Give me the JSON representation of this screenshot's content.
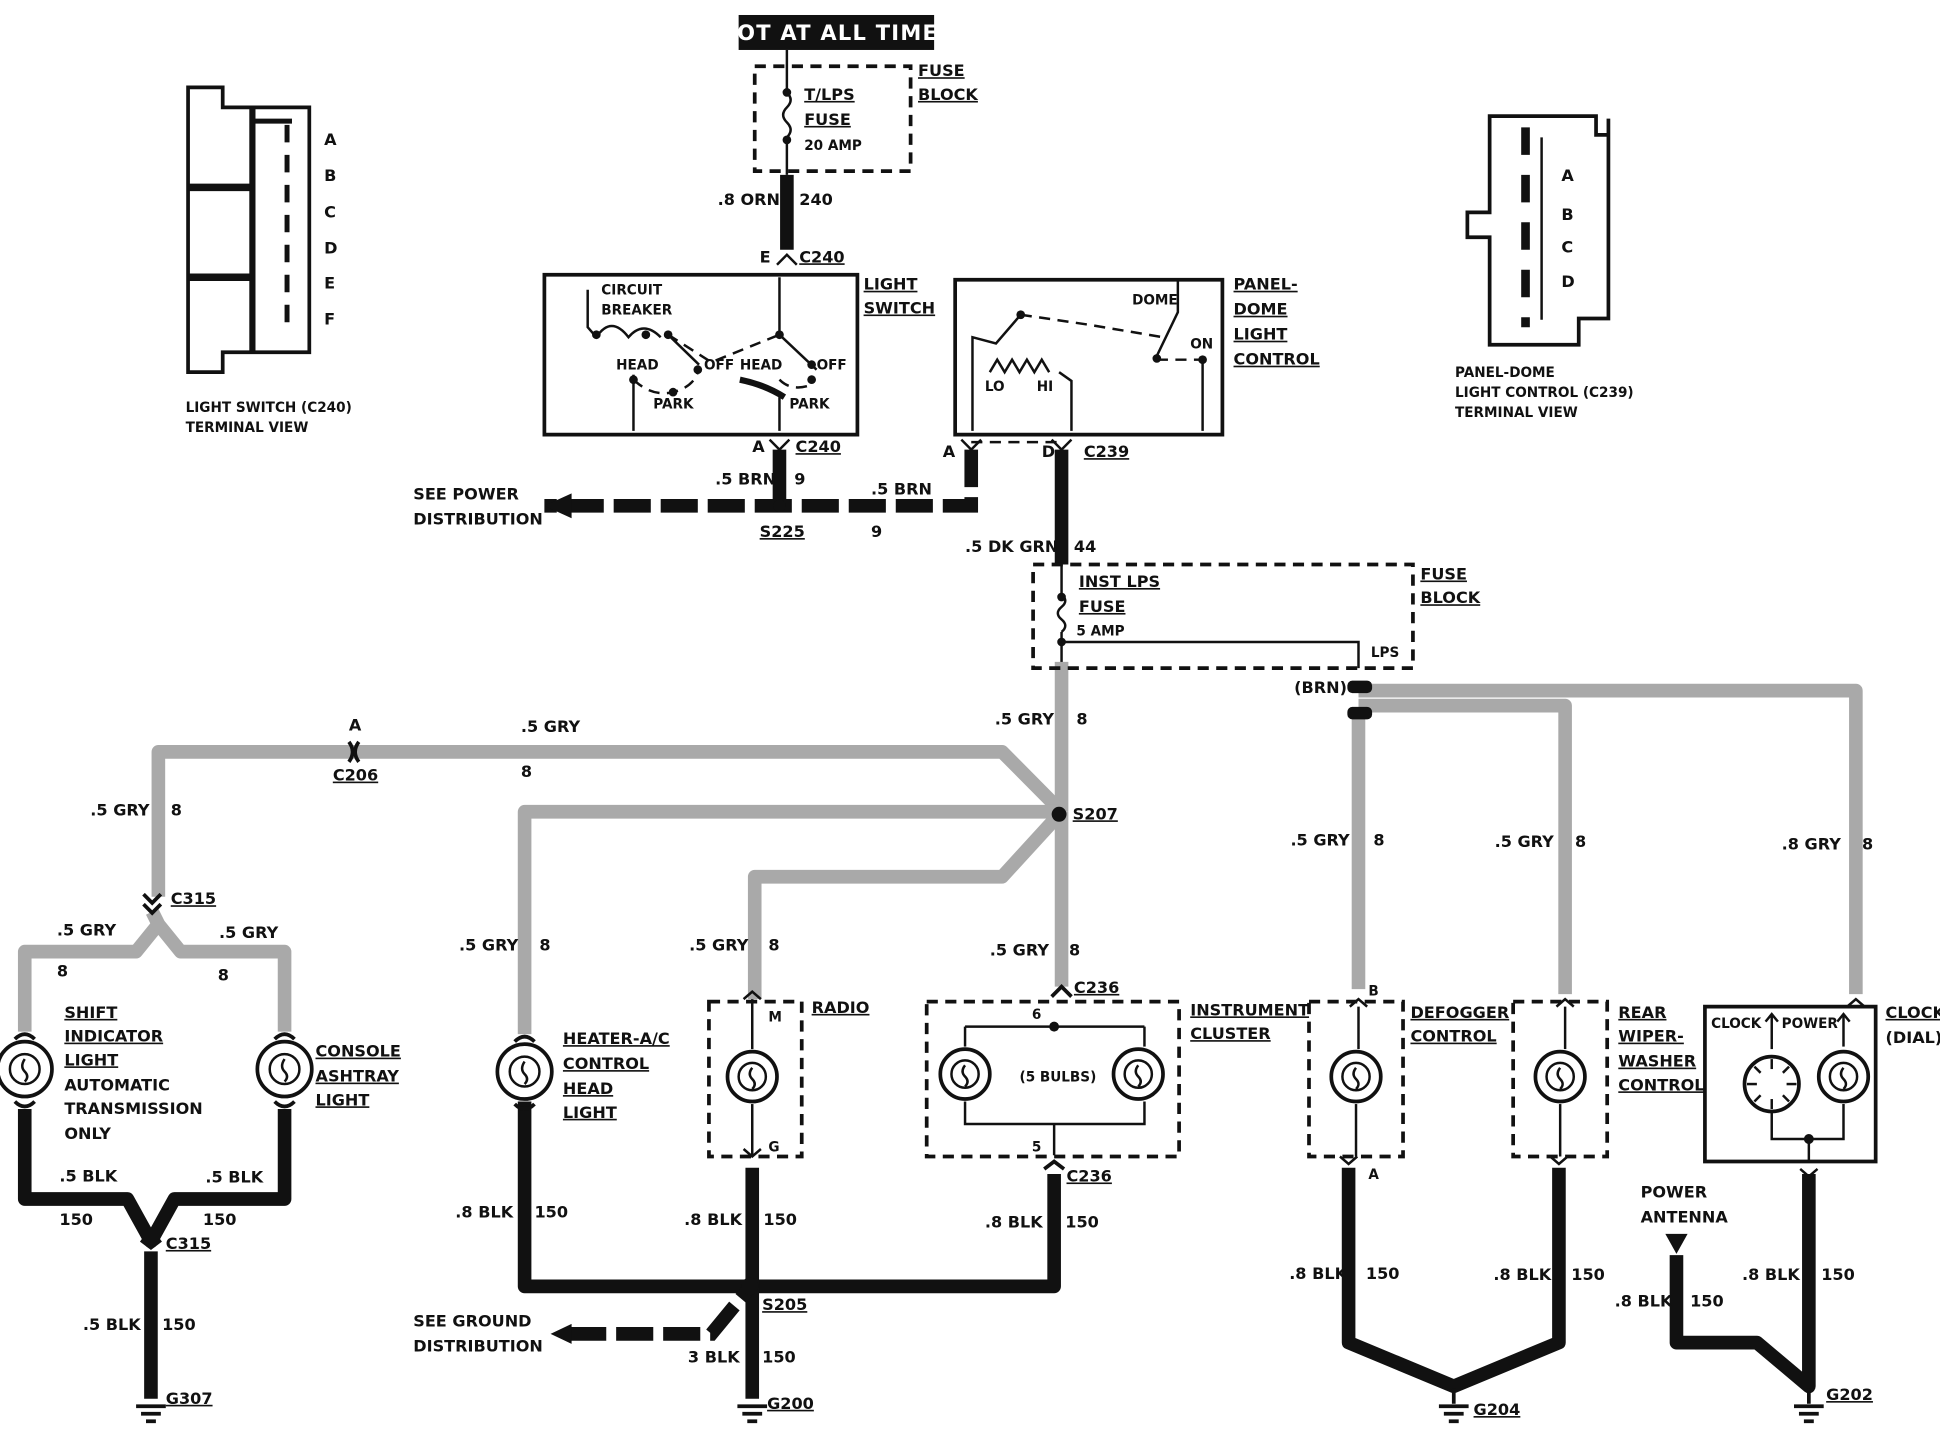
{
  "header": {
    "hot_label": "HOT AT ALL TIMES"
  },
  "top_fuse": {
    "name": "T/LPS",
    "word": "FUSE",
    "rating": "20 AMP",
    "block_1": "FUSE",
    "block_2": "BLOCK"
  },
  "wire_240": {
    "gauge": ".8 ORN",
    "circuit": "240"
  },
  "c240_top": {
    "pin": "E",
    "name": "C240"
  },
  "light_switch": {
    "title_1": "LIGHT",
    "title_2": "SWITCH",
    "cb_1": "CIRCUIT",
    "cb_2": "BREAKER",
    "head": "HEAD",
    "off": "OFF",
    "park": "PARK"
  },
  "c240_bottom": {
    "pin": "A",
    "name": "C240"
  },
  "power_dist": {
    "line_1": "SEE POWER",
    "line_2": "DISTRIBUTION",
    "gauge": ".5 BRN",
    "circuit": "9",
    "splice": "S225",
    "gauge_2": ".5 BRN",
    "circuit_2": "9"
  },
  "panel_dome": {
    "title_1": "PANEL-",
    "title_2": "DOME",
    "title_3": "LIGHT",
    "title_4": "CONTROL",
    "dome": "DOME",
    "on": "ON",
    "lo": "LO",
    "hi": "HI"
  },
  "c239": {
    "pin_a": "A",
    "pin_d": "D",
    "name": "C239"
  },
  "wire_44": {
    "gauge": ".5 DK GRN",
    "circuit": "44"
  },
  "inst_fuse": {
    "name": "INST LPS",
    "word": "FUSE",
    "rating": "5 AMP",
    "lps": "LPS",
    "block_1": "FUSE",
    "block_2": "BLOCK",
    "brn": "(BRN)"
  },
  "left_view": {
    "pins": [
      "A",
      "B",
      "C",
      "D",
      "E",
      "F"
    ],
    "caption_1": "LIGHT SWITCH (C240)",
    "caption_2": "TERMINAL VIEW"
  },
  "right_view": {
    "pins": [
      "A",
      "B",
      "C",
      "D"
    ],
    "caption_1": "PANEL-DOME",
    "caption_2": "LIGHT CONTROL (C239)",
    "caption_3": "TERMINAL VIEW"
  },
  "gry_labels": {
    "g_main": ".5 GRY",
    "c_main": "8",
    "g_top": ".5 GRY",
    "c_top": "8",
    "g_left": ".5 GRY",
    "c_left": "8",
    "g_shift": ".5 GRY",
    "c_shift": "8",
    "g_ash": ".5 GRY",
    "c_ash": "8",
    "g_heater": ".5 GRY",
    "c_heater": "8",
    "g_radio": ".5 GRY",
    "c_radio": "8",
    "g_inst": ".5 GRY",
    "c_inst": "8",
    "g_def": ".5 GRY",
    "c_def": "8",
    "g_rear": ".5 GRY",
    "c_rear": "8",
    "g_clock": ".8 GRY",
    "c_clock": "8"
  },
  "connectors": {
    "c206_pin": "A",
    "c206": "C206",
    "s207": "S207",
    "c315_top": "C315",
    "c236_top": "C236",
    "c236_bot": "C236",
    "c315_bot": "C315",
    "s205": "S205",
    "radio_m": "M",
    "radio_g": "G",
    "inst_6": "6",
    "inst_5": "5",
    "def_b": "B",
    "def_a": "A"
  },
  "components": {
    "shift_1": "SHIFT",
    "shift_2": "INDICATOR",
    "shift_3": "LIGHT",
    "shift_4": "AUTOMATIC",
    "shift_5": "TRANSMISSION",
    "shift_6": "ONLY",
    "console_1": "CONSOLE",
    "console_2": "ASHTRAY",
    "console_3": "LIGHT",
    "heater_1": "HEATER-A/C",
    "heater_2": "CONTROL",
    "heater_3": "HEAD",
    "heater_4": "LIGHT",
    "radio": "RADIO",
    "inst_1": "INSTRUMENT",
    "inst_2": "CLUSTER",
    "bulbs": "(5 BULBS)",
    "def_1": "DEFOGGER",
    "def_2": "CONTROL",
    "rear_1": "REAR",
    "rear_2": "WIPER-",
    "rear_3": "WASHER",
    "rear_4": "CONTROL",
    "clock_1": "CLOCK",
    "clock_2": "(DIAL)",
    "clock_in": "CLOCK",
    "power_in": "POWER",
    "ant_1": "POWER",
    "ant_2": "ANTENNA"
  },
  "ground": {
    "b_shift_g": ".5 BLK",
    "b_shift_c": "150",
    "b_ash_g": ".5 BLK",
    "b_ash_c": "150",
    "b_g307_g": ".5 BLK",
    "b_g307_c": "150",
    "g307": "G307",
    "b_heater_g": ".8 BLK",
    "b_heater_c": "150",
    "b_radio_g": ".8 BLK",
    "b_radio_c": "150",
    "b_inst_g": ".8 BLK",
    "b_inst_c": "150",
    "gd_1": "SEE GROUND",
    "gd_2": "DISTRIBUTION",
    "b_g200_g": "3 BLK",
    "b_g200_c": "150",
    "g200": "G200",
    "b_def_g": ".8 BLK",
    "b_def_c": "150",
    "b_rear_g": ".8 BLK",
    "b_rear_c": "150",
    "g204": "G204",
    "b_ant_g": ".8 BLK",
    "b_ant_c": "150",
    "b_clock_g": ".8 BLK",
    "b_clock_c": "150",
    "g202": "G202"
  }
}
